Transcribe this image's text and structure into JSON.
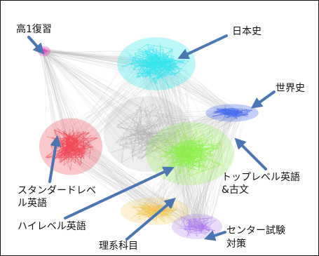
{
  "colors": {
    "history_japan": "#35e6ec",
    "history_world": "#4a6cf0",
    "review": "#ee40c8",
    "standard_english": "#f24a55",
    "top_english": "#8cf045",
    "high_english": "#8cf045",
    "science": "#f2c44a",
    "center_exam": "#b07af2",
    "core": "#b0b0b0",
    "arrow": "#4a76b4"
  },
  "labels": {
    "review": "高1復習",
    "japanese_history": "日本史",
    "world_history": "世界史",
    "top_english_line1": "トップレベル英語",
    "top_english_line2": "&古文",
    "standard_english_line1": "スタンダードレベ",
    "standard_english_line2": "ル英語",
    "high_english": "ハイレベル英語",
    "science": "理系科目",
    "center_exam_line1": "センター試験",
    "center_exam_line2": "対策"
  }
}
